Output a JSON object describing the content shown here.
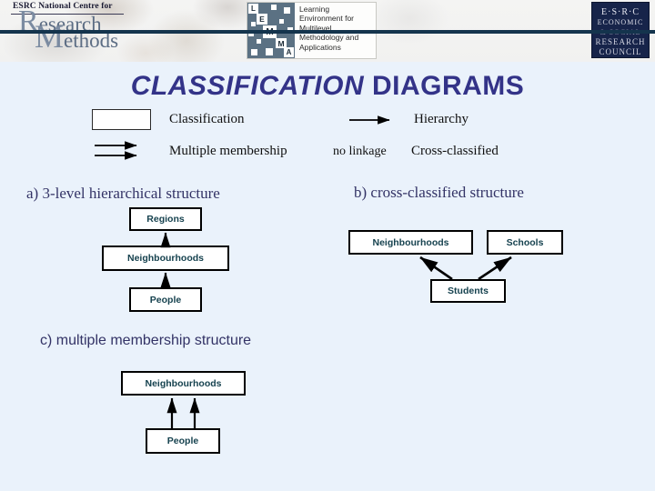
{
  "header": {
    "ncrm": {
      "strapline": "ESRC National Centre for",
      "word1_cap": "R",
      "word1_rest": "esearch",
      "word2_cap": "M",
      "word2_rest": "ethods"
    },
    "lemma": {
      "letters": [
        "L",
        "E",
        "M",
        "M",
        "A"
      ],
      "text_lines": [
        "Learning",
        "Environment for",
        "Multilevel",
        "Methodology and",
        "Applications"
      ]
    },
    "esrc": {
      "line1": "E·S·R·C",
      "line2": "ECONOMIC",
      "line3": "& SOCIAL",
      "line4": "RESEARCH",
      "line5": "COUNCIL"
    },
    "rule_color": "#14344d"
  },
  "slide": {
    "title_italic_part": "CLASSIFICATION",
    "title_upright_part": " DIAGRAMS",
    "title_color": "#333388"
  },
  "legend": {
    "classification_label": "Classification",
    "hierarchy_label": "Hierarchy",
    "multiple_membership_label": "Multiple membership",
    "no_linkage_label": "no linkage",
    "cross_classified_label": "Cross-classified",
    "symbols": {
      "classification": "empty-rectangle",
      "hierarchy": "single-right-arrow",
      "multiple_membership": "double-right-arrow",
      "cross_classified": "no-linkage-symbol"
    }
  },
  "diagrams": [
    {
      "id": "a",
      "heading": "a) 3-level hierarchical structure",
      "type": "hierarchy",
      "nodes": [
        {
          "id": "a-regions",
          "label": "Regions"
        },
        {
          "id": "a-neighbourhoods",
          "label": "Neighbourhoods"
        },
        {
          "id": "a-people",
          "label": "People"
        }
      ],
      "links": [
        {
          "from": "a-neighbourhoods",
          "to": "a-regions",
          "style": "single-arrow-up"
        },
        {
          "from": "a-people",
          "to": "a-neighbourhoods",
          "style": "single-arrow-up"
        }
      ]
    },
    {
      "id": "b",
      "heading": "b) cross-classified structure",
      "type": "cross-classified",
      "nodes": [
        {
          "id": "b-neighbourhoods",
          "label": "Neighbourhoods"
        },
        {
          "id": "b-schools",
          "label": "Schools"
        },
        {
          "id": "b-students",
          "label": "Students"
        }
      ],
      "links": [
        {
          "from": "b-students",
          "to": "b-neighbourhoods",
          "style": "diagonal-arrow-up-left"
        },
        {
          "from": "b-students",
          "to": "b-schools",
          "style": "diagonal-arrow-up-right"
        }
      ]
    },
    {
      "id": "c",
      "heading": "c) multiple membership structure",
      "type": "multiple-membership",
      "nodes": [
        {
          "id": "c-neighbourhoods",
          "label": "Neighbourhoods"
        },
        {
          "id": "c-people",
          "label": "People"
        }
      ],
      "links": [
        {
          "from": "c-people",
          "to": "c-neighbourhoods",
          "style": "double-arrow-up"
        }
      ]
    }
  ],
  "colors": {
    "slide_background": "#eaf2fb",
    "header_background": "#f3f3f2",
    "node_text": "#16424f",
    "node_border": "#000000",
    "heading_text": "#333366"
  }
}
